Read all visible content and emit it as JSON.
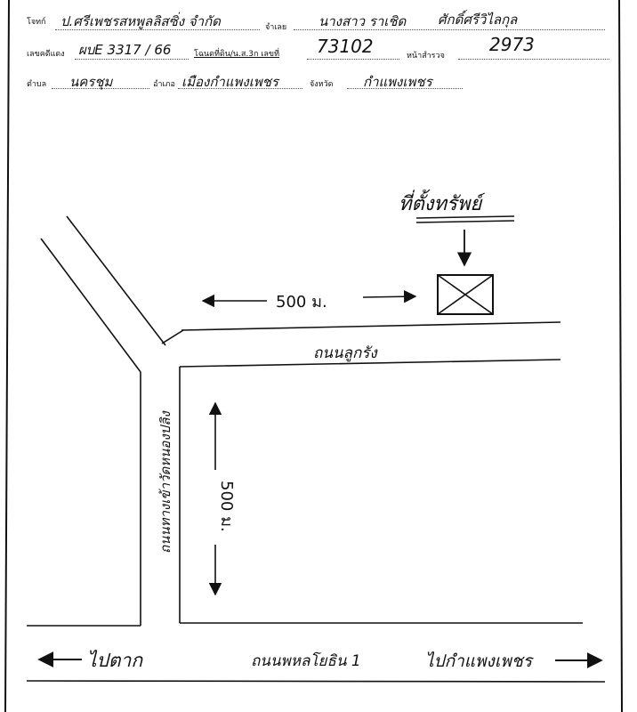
{
  "header": {
    "plaintiff_label": "โจทก์",
    "plaintiff_value": "ป.ศรีเพชรสหพูลลิสซิ่ง จำกัด",
    "defendant_label": "จำเลย",
    "defendant_value": "นางสาว ราเชิด",
    "defendant_extra": "ศักดิ์ศรีวิไลกุล",
    "red_case_label": "เลขคดีแดง",
    "red_case_value": "ผบE 3317 / 66",
    "title_deed_label": "โฉนดที่ดิน/น.ส.3ก เลขที่",
    "title_deed_value": "73102",
    "survey_page_label": "หน้าสำรวจ",
    "survey_page_value": "2973",
    "subdistrict_label": "ตำบล",
    "subdistrict_value": "นครชุม",
    "district_label": "อำเภอ",
    "district_value": "เมืองกำแพงเพชร",
    "province_label": "จังหวัด",
    "province_value": "กำแพงเพชร"
  },
  "map": {
    "property_label": "ที่ตั้งทรัพย์",
    "horizontal_distance": "500 ม.",
    "vertical_distance": "500 ม.",
    "road_upper": "ถนนลูกรัง",
    "road_vertical": "ถนนทางเข้าวัดหนองปลิง",
    "road_main": "ถนนพหลโยธิน 1",
    "to_left": "ไปตาก",
    "to_right": "ไปกำแพงเพชร"
  }
}
